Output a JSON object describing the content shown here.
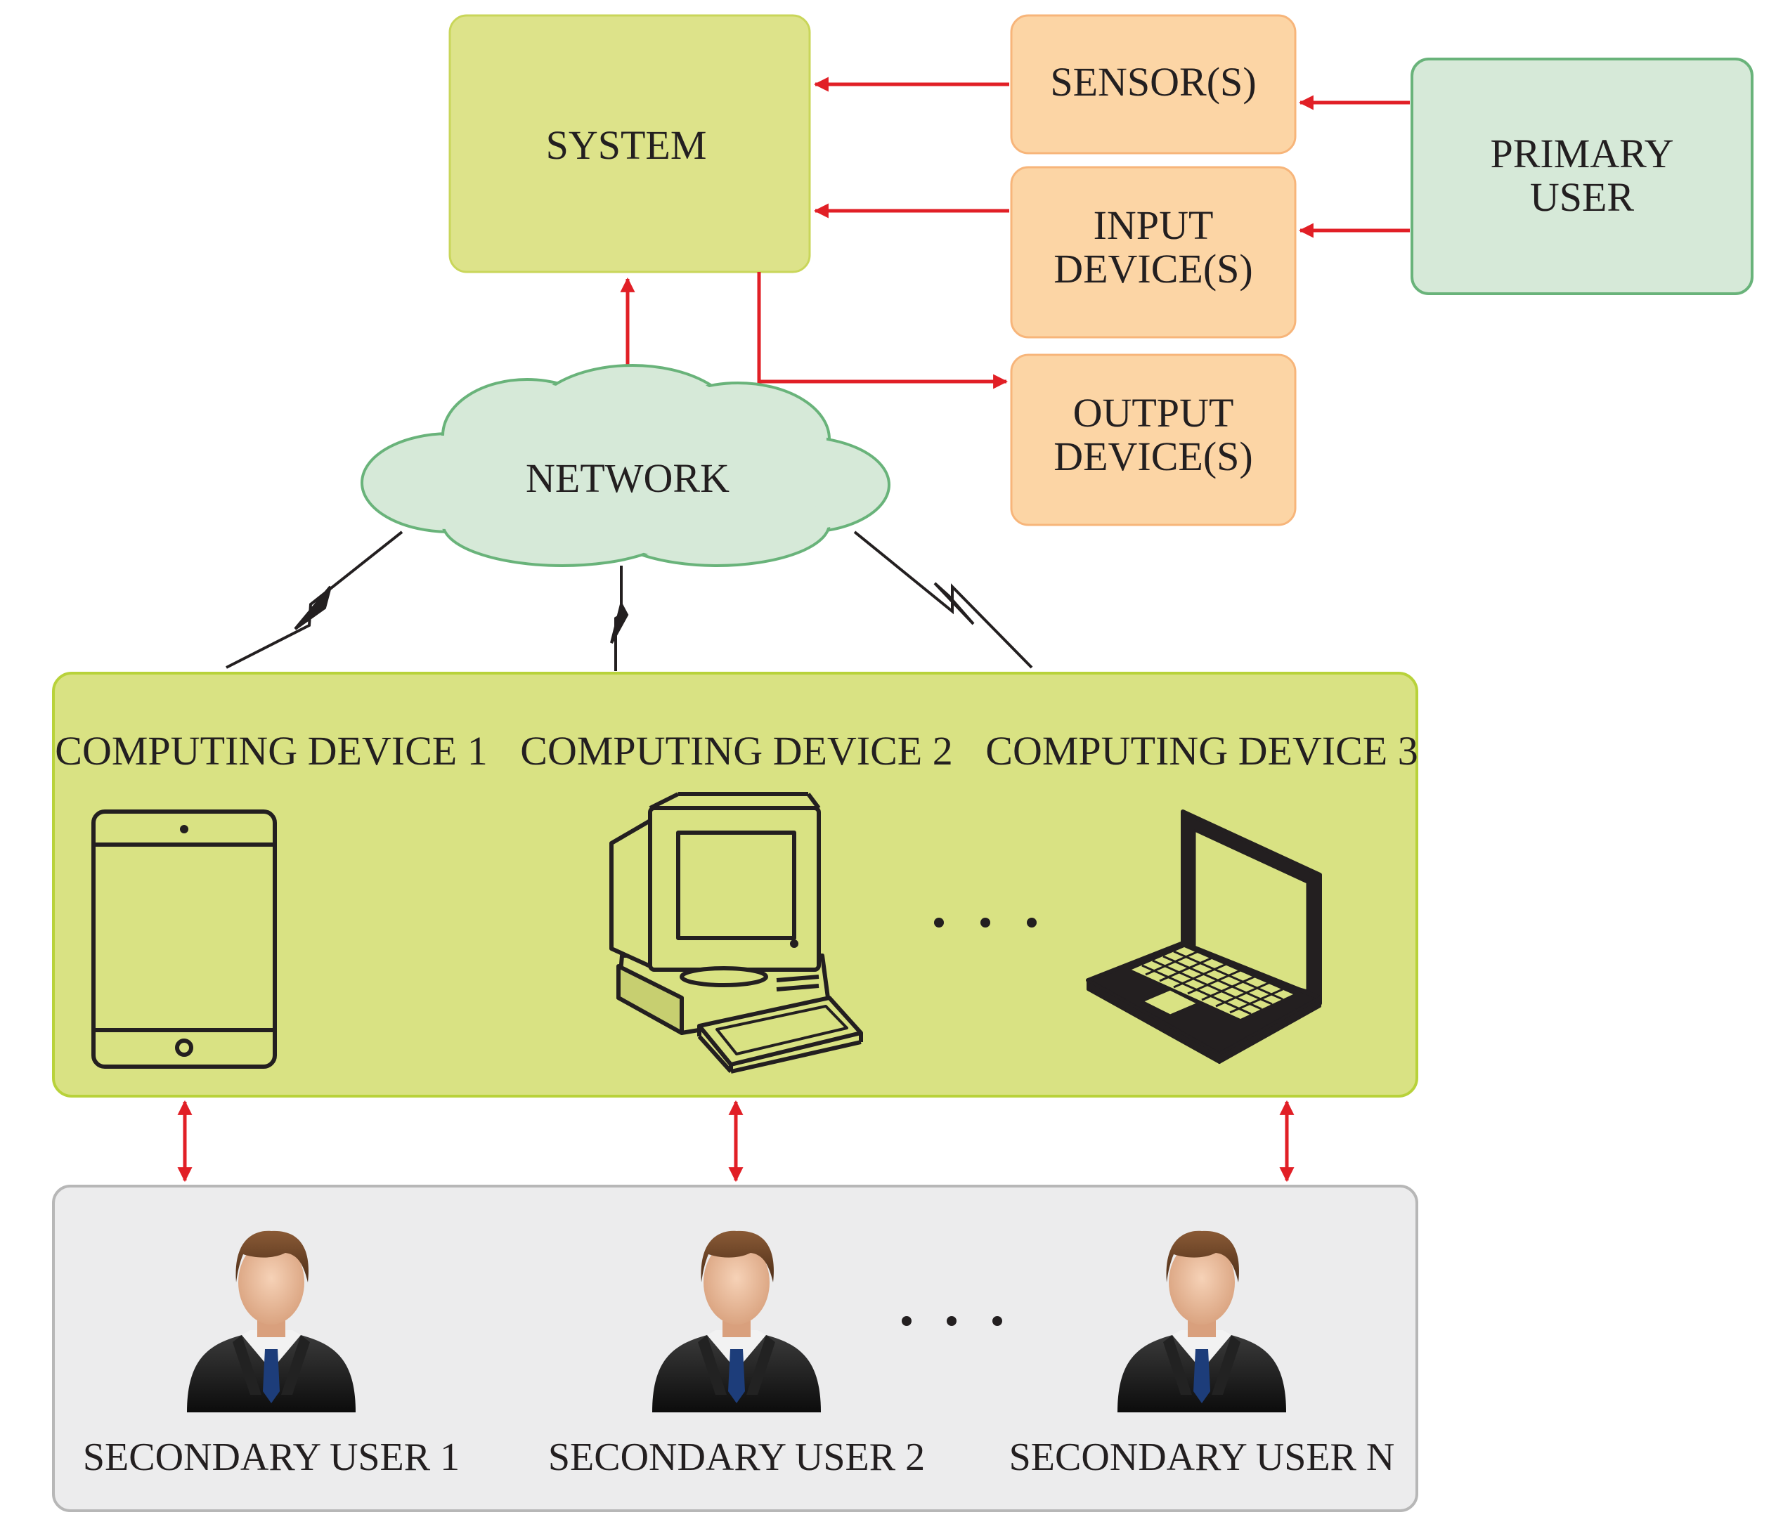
{
  "nodes": {
    "system": "SYSTEM",
    "sensors": "SENSOR(S)",
    "input": [
      "INPUT",
      "DEVICE(S)"
    ],
    "output": [
      "OUTPUT",
      "DEVICE(S)"
    ],
    "primary_user": [
      "PRIMARY",
      "USER"
    ],
    "network": "NETWORK"
  },
  "computing_devices": [
    {
      "label": "COMPUTING DEVICE 1",
      "icon": "tablet-icon"
    },
    {
      "label": "COMPUTING DEVICE 2",
      "icon": "desktop-computer-icon"
    },
    {
      "label": "COMPUTING DEVICE 3",
      "icon": "laptop-icon"
    }
  ],
  "secondary_users": [
    {
      "label": "SECONDARY USER 1",
      "icon": "user-avatar-icon"
    },
    {
      "label": "SECONDARY USER 2",
      "icon": "user-avatar-icon"
    },
    {
      "label": "SECONDARY USER N",
      "icon": "user-avatar-icon"
    }
  ],
  "colors": {
    "system_fill": "#dde38a",
    "system_border": "#c9d65a",
    "device_fill": "#fcd5a5",
    "device_border": "#f7b57a",
    "primary_fill": "#d6e9d8",
    "primary_border": "#69b37a",
    "network_fill": "#d6e9d8",
    "network_border": "#69b37a",
    "computing_panel_fill": "#d9e283",
    "computing_panel_border": "#b8d23a",
    "users_panel_fill": "#ececed",
    "users_panel_border": "#b7b7b7",
    "arrow": "#e11f26",
    "line": "#231f20"
  }
}
